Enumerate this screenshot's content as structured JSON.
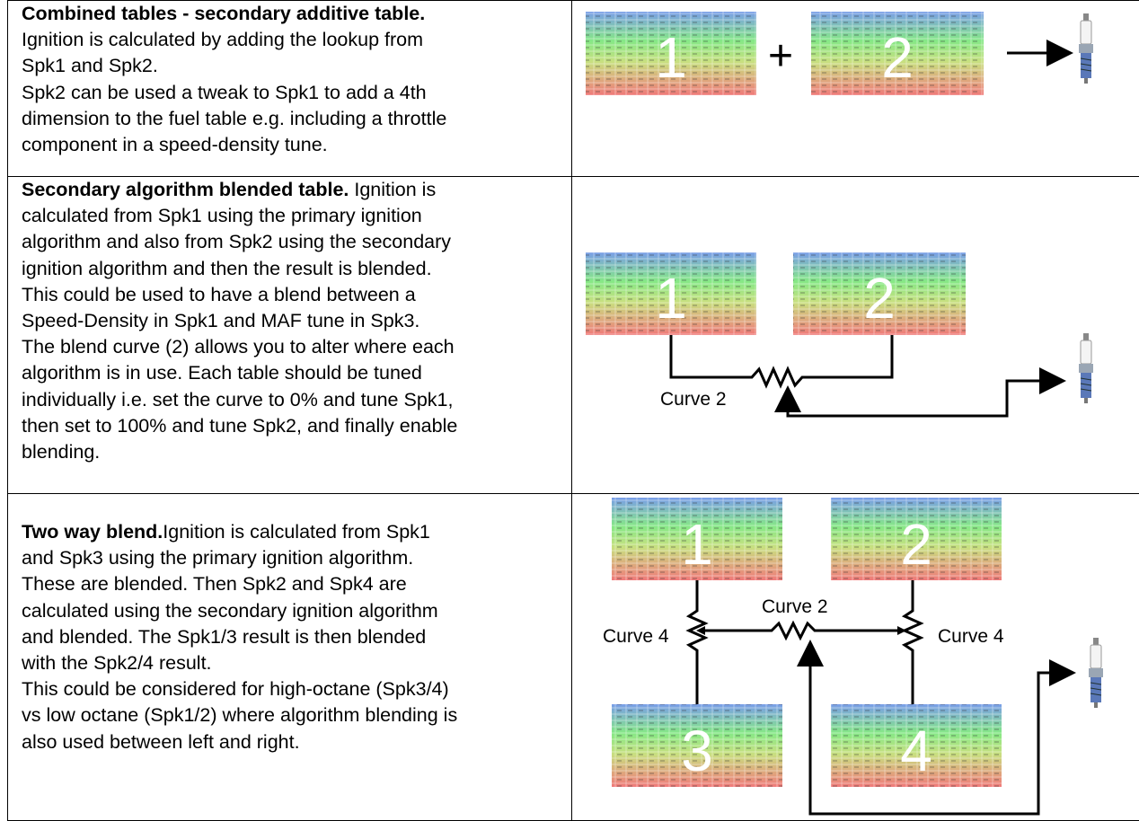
{
  "rows": [
    {
      "title": "Combined tables - secondary additive table.",
      "lines": [
        "Ignition is calculated by adding the lookup from",
        "Spk1 and Spk2.",
        "Spk2 can be used a tweak to Spk1 to add a 4th",
        "dimension to the fuel table e.g. including a throttle",
        "component in a speed-density tune."
      ],
      "figure": {
        "table_labels": [
          "1",
          "2"
        ],
        "operator": "+"
      }
    },
    {
      "title": "Secondary algorithm blended table.",
      "first_line_rest": " Ignition is",
      "lines": [
        "calculated from Spk1 using the primary ignition",
        "algorithm and also from Spk2 using the secondary",
        "ignition algorithm and then the result is blended.",
        "This could be used to have a blend between a",
        "Speed-Density in Spk1 and MAF tune in Spk3.",
        "The blend curve (2) allows you to alter where each",
        "algorithm is in use. Each table should be tuned",
        "individually i.e. set the curve to 0% and tune Spk1,",
        "then set to 100% and tune Spk2, and finally enable",
        "blending."
      ],
      "figure": {
        "table_labels": [
          "1",
          "2"
        ],
        "curve_label": "Curve 2"
      }
    },
    {
      "title": "Two way blend.",
      "first_line_rest": "Ignition is calculated from Spk1",
      "lines": [
        "and Spk3 using the primary ignition algorithm.",
        "These are blended. Then Spk2 and Spk4 are",
        "calculated using the secondary ignition algorithm",
        "and blended. The Spk1/3 result is then blended",
        "with the Spk2/4 result.",
        "This could be considered for high-octane (Spk3/4)",
        "vs low octane (Spk1/2) where algorithm blending is",
        "also used between left and right."
      ],
      "figure": {
        "table_labels": [
          "1",
          "2",
          "3",
          "4"
        ],
        "curve_center_label": "Curve 2",
        "curve_left_label": "Curve 4",
        "curve_right_label": "Curve 4"
      }
    }
  ],
  "colors": {
    "gradient_top": "#6fa0e8",
    "gradient_mid": "#7ef07e",
    "gradient_bottom": "#f08080"
  },
  "icons": [
    "spark-plug-icon",
    "arrow-right-icon",
    "resistor-curve-icon"
  ]
}
